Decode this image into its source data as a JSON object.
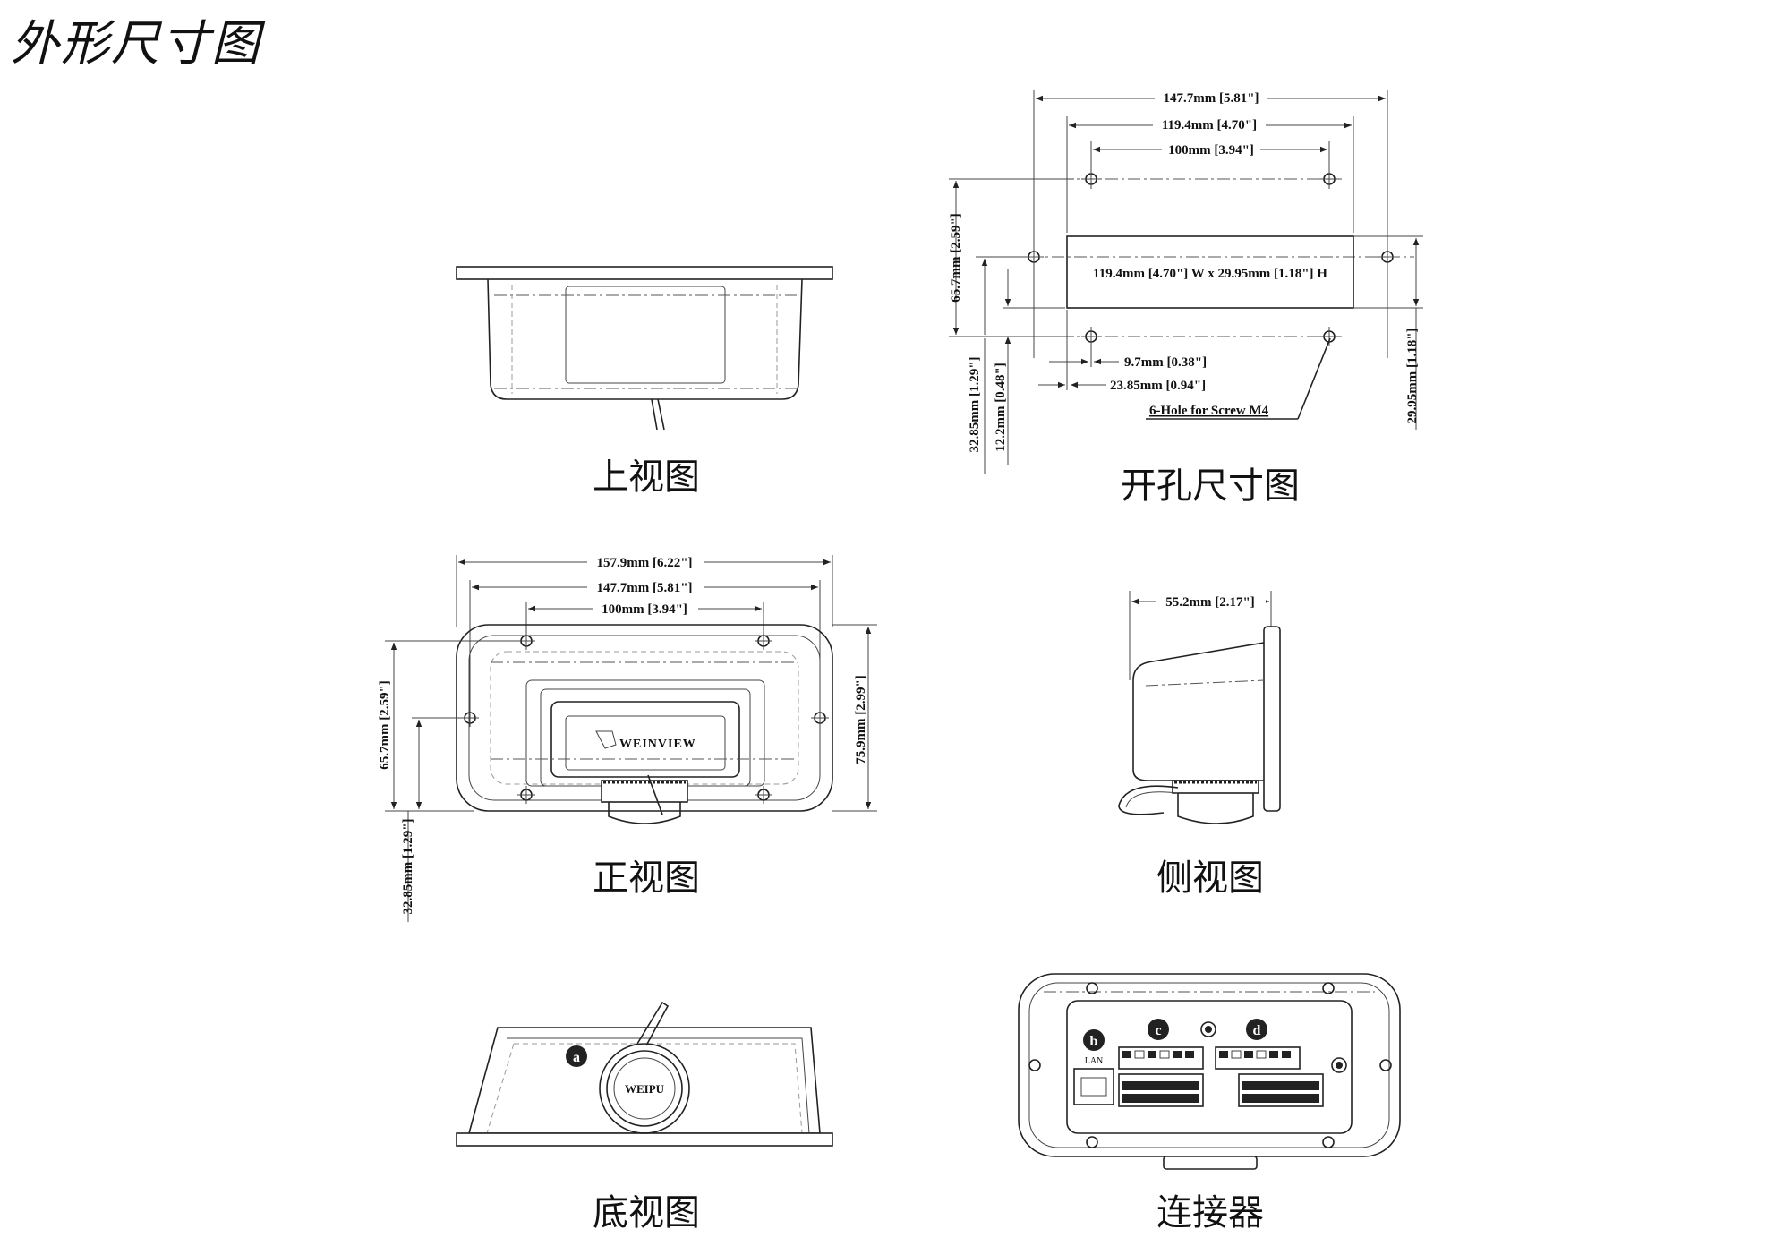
{
  "page": {
    "title": "外形尺寸图"
  },
  "views": {
    "top": {
      "caption": "上视图"
    },
    "cutout": {
      "caption": "开孔尺寸图",
      "width_total": "147.7mm [5.81\"]",
      "width_mid": "119.4mm [4.70\"]",
      "width_inner": "100mm [3.94\"]",
      "height_total": "65.7mm [2.59\"]",
      "cutout_label": "119.4mm [4.70\"] W x 29.95mm [1.18\"] H",
      "offset_small": "9.7mm [0.38\"]",
      "offset_large": "23.85mm [0.94\"]",
      "hole_note": "6-Hole for Screw M4",
      "left_dim_a": "32.85mm [1.29\"]",
      "left_dim_b": "12.2mm [0.48\"]",
      "right_dim": "29.95mm [1.18\"]"
    },
    "front": {
      "caption": "正视图",
      "width_total": "157.9mm [6.22\"]",
      "width_mid": "147.7mm [5.81\"]",
      "width_inner": "100mm [3.94\"]",
      "height_left": "65.7mm [2.59\"]",
      "height_right": "75.9mm [2.99\"]",
      "height_lower": "32.85mm [1.29\"]",
      "logo": "WEINVIEW"
    },
    "side": {
      "caption": "侧视图",
      "depth": "55.2mm [2.17\"]"
    },
    "bottom": {
      "caption": "底视图",
      "marker": "a",
      "connector_logo": "WEIPU"
    },
    "connector": {
      "caption": "连接器",
      "marker_b": "b",
      "marker_c": "c",
      "marker_d": "d",
      "lan_label": "LAN"
    }
  }
}
